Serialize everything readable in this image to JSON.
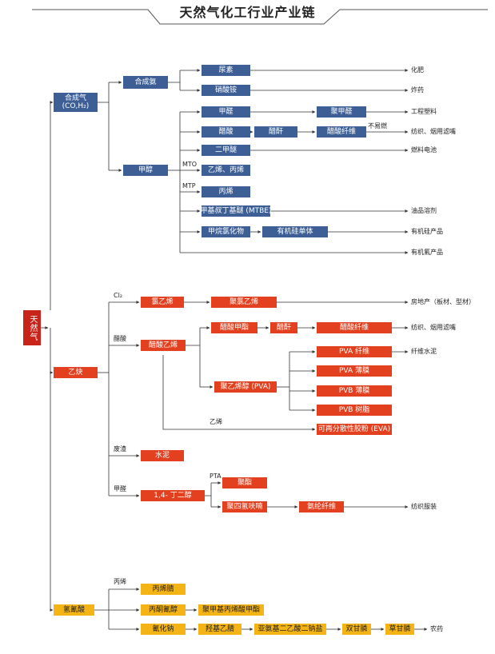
{
  "title": "天然气化工行业产业链",
  "root": "天然气",
  "nodes": {
    "syngas": "合成气\n(CO,H₂)",
    "ammonia": "合成氨",
    "urea": "尿素",
    "ammonium_nitrate": "硝酸铵",
    "methanol": "甲醇",
    "formaldehyde": "甲醛",
    "polyformaldehyde": "聚甲醛",
    "acetic_acid": "醋酸",
    "acetic_anhydride": "醋酐",
    "cellulose_acetate_fiber": "醋酸纤维",
    "dme": "二甲醚",
    "ethylene_propylene": "乙烯、丙烯",
    "propylene": "丙烯",
    "mtbe": "甲基叔丁基醚 (MTBE)",
    "methyl_chlorosilane": "甲烷氯化物",
    "organosilicon_monomer": "有机硅单体",
    "acetylene": "乙炔",
    "vinyl_chloride": "氯乙烯",
    "pvc": "聚氯乙烯",
    "vinyl_acetate": "醋酸乙烯",
    "methyl_acetate": "醋酸甲酯",
    "acetic_anhydride2": "醋酐",
    "cellulose_acetate_fiber2": "醋酸纤维",
    "pva_fiber": "PVA 纤维",
    "pva_film": "PVA 薄膜",
    "pvb_film": "PVB 薄膜",
    "pvb_resin": "PVB 树脂",
    "pva": "聚乙烯醇 (PVA)",
    "eva_powder": "可再分散性胶粉 (EVA)",
    "cement": "水泥",
    "bdo": "1,4- 丁二醇",
    "polyester": "聚酯",
    "ptmeg": "聚四氢呋喃",
    "spandex": "氨纶纤维",
    "hcn": "氢氰酸",
    "acrylonitrile": "丙烯腈",
    "acetone_cyanohydrin": "丙酮氰醇",
    "mma": "聚甲基丙烯酸甲酯",
    "sodium_cyanide": "氰化钠",
    "hydroxyacetonitrile": "羟基乙腈",
    "iminodiacetonitrile": "亚氨基二乙酸二钠盐",
    "diglycine": "双甘膦",
    "glyphosate": "草甘膦"
  },
  "end_labels": {
    "fertilizer": "化肥",
    "explosive": "炸药",
    "engineering_plastic": "工程塑料",
    "textile_filter1": "纺织、烟用滤嘴",
    "fuel_cell": "燃料电池",
    "oil_solvent": "油品溶剂",
    "silicone_products": "有机硅产品",
    "fluorine_products": "有机氟产品",
    "real_estate": "房地产（板材、型材）",
    "textile_filter2": "纺织、烟用滤嘴",
    "fiber_cement": "纤维水泥",
    "textile_clothing": "纺织服装",
    "pesticide": "农药"
  },
  "edge_labels": {
    "mto": "MTO",
    "mtp": "MTP",
    "not_flammable": "不易燃",
    "cl2": "Cl₂",
    "acetic": "醋酸",
    "waste_slag": "废渣",
    "formaldehyde": "甲醛",
    "pta": "PTA",
    "ethylene": "乙烯",
    "propylene": "丙烯"
  }
}
